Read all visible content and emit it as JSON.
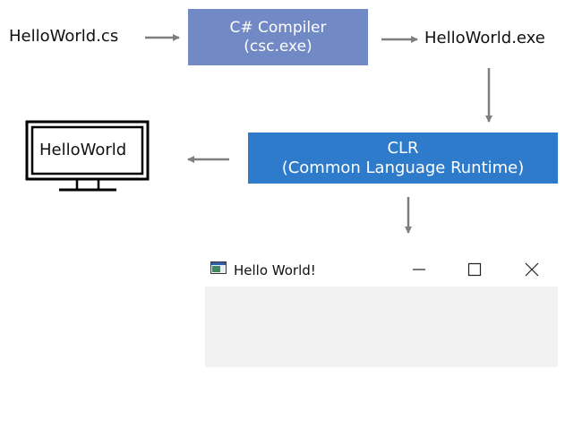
{
  "source_file": "HelloWorld.cs",
  "compiler": {
    "line1": "C# Compiler",
    "line2": "(csc.exe)"
  },
  "output_file": "HelloWorld.exe",
  "runtime": {
    "line1": "CLR",
    "line2": "(Common Language Runtime)"
  },
  "monitor_text": "HelloWorld",
  "window": {
    "title": "Hello World!"
  },
  "colors": {
    "compiler_box": "#7189c4",
    "clr_box": "#2e7bcc",
    "arrow": "#7f7f7f",
    "window_body": "#f2f2f2"
  },
  "icons": [
    "monitor-icon",
    "app-window-icon",
    "minimize-icon",
    "maximize-icon",
    "close-icon"
  ]
}
